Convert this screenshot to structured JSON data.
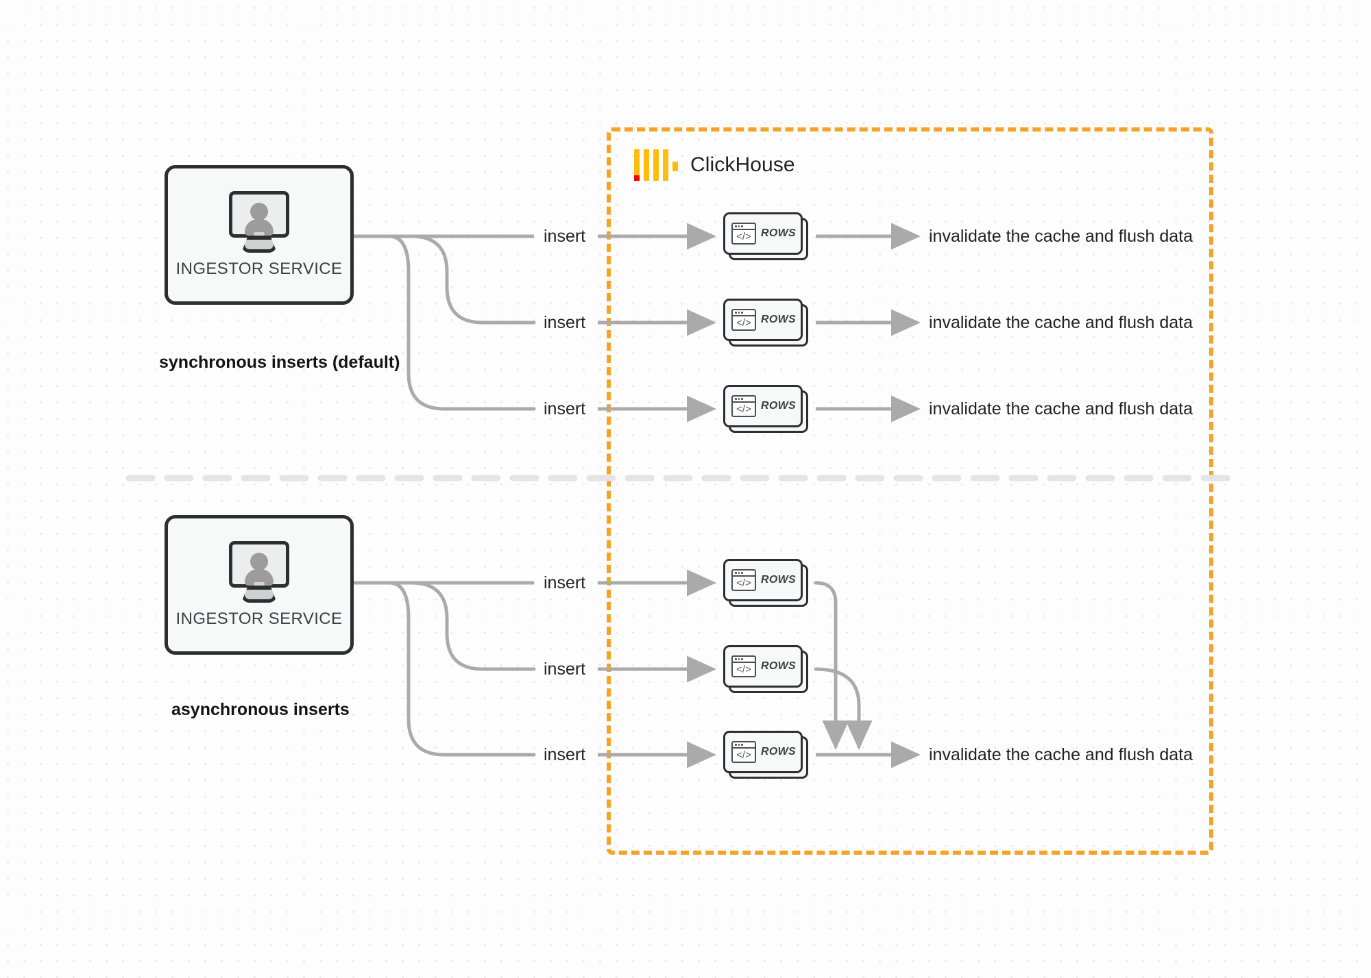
{
  "diagram": {
    "title": "ClickHouse synchronous vs asynchronous inserts",
    "colors": {
      "container_border": "#f5a228",
      "logo_yellow": "#ffbe0b",
      "logo_red": "#f20000",
      "node_border": "#2b2f33",
      "wire": "#aaaaaa",
      "divider": "#e2e2e2"
    }
  },
  "clickhouse": {
    "label": "ClickHouse",
    "logo_name": "clickhouse-logo"
  },
  "sections": [
    {
      "id": "sync",
      "caption": "synchronous inserts (default)",
      "ingestor": {
        "label": "INGESTOR SERVICE",
        "icon": "monitor-user-icon"
      },
      "flows": [
        {
          "edge_label": "insert",
          "card_label": "ROWS",
          "outcome": "invalidate the cache and flush data"
        },
        {
          "edge_label": "insert",
          "card_label": "ROWS",
          "outcome": "invalidate the cache and flush data"
        },
        {
          "edge_label": "insert",
          "card_label": "ROWS",
          "outcome": "invalidate the cache and flush data"
        }
      ]
    },
    {
      "id": "async",
      "caption": "asynchronous inserts",
      "ingestor": {
        "label": "INGESTOR SERVICE",
        "icon": "monitor-user-icon"
      },
      "flows": [
        {
          "edge_label": "insert",
          "card_label": "ROWS",
          "outcome": ""
        },
        {
          "edge_label": "insert",
          "card_label": "ROWS",
          "outcome": ""
        },
        {
          "edge_label": "insert",
          "card_label": "ROWS",
          "outcome": "invalidate the cache and flush data"
        }
      ],
      "merged_outcome": "invalidate the cache and flush data"
    }
  ],
  "code_icon": {
    "glyph": "</>"
  }
}
